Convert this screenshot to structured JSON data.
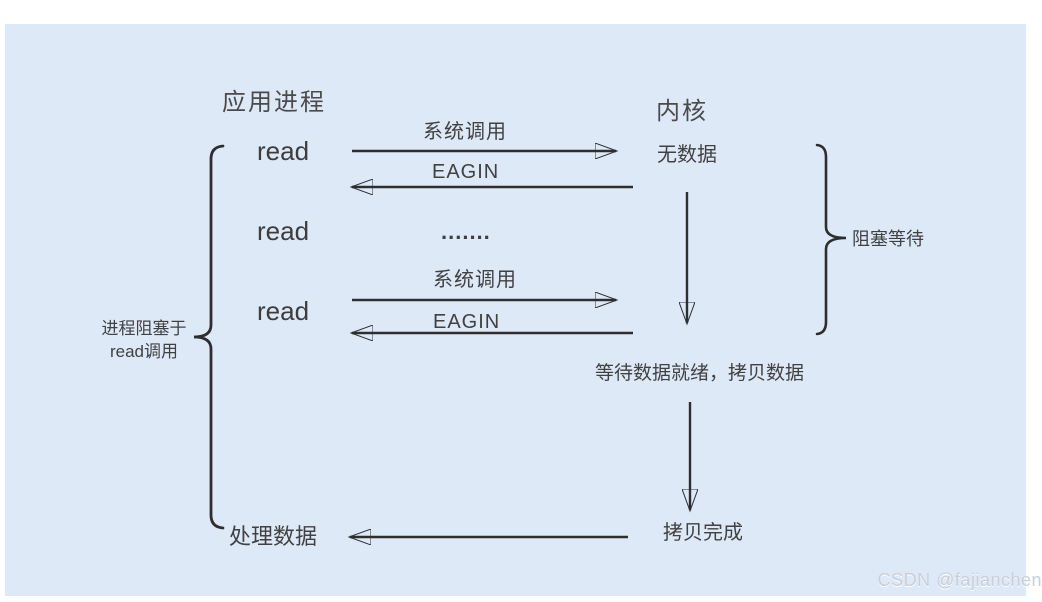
{
  "diagram": {
    "left_column_title": "应用进程",
    "right_column_title": "内核",
    "reads": [
      "read",
      "read",
      "read"
    ],
    "syscall_label_1": "系统调用",
    "eagain_label_1": "EAGIN",
    "dots": ".......",
    "syscall_label_2": "系统调用",
    "eagain_label_2": "EAGIN",
    "no_data": "无数据",
    "wait_copy": "等待数据就绪，拷贝数据",
    "copy_done": "拷贝完成",
    "process_data": "处理数据",
    "right_brace_label": "阻塞等待",
    "left_brace_label_line1": "进程阻塞于",
    "left_brace_label_line2": "read调用",
    "watermark": "CSDN @fajianchen",
    "colors": {
      "panel_bg": "#dee9f8",
      "text": "#414141",
      "arrow": "#2e2e2e",
      "watermark": "#c9ced8"
    }
  }
}
